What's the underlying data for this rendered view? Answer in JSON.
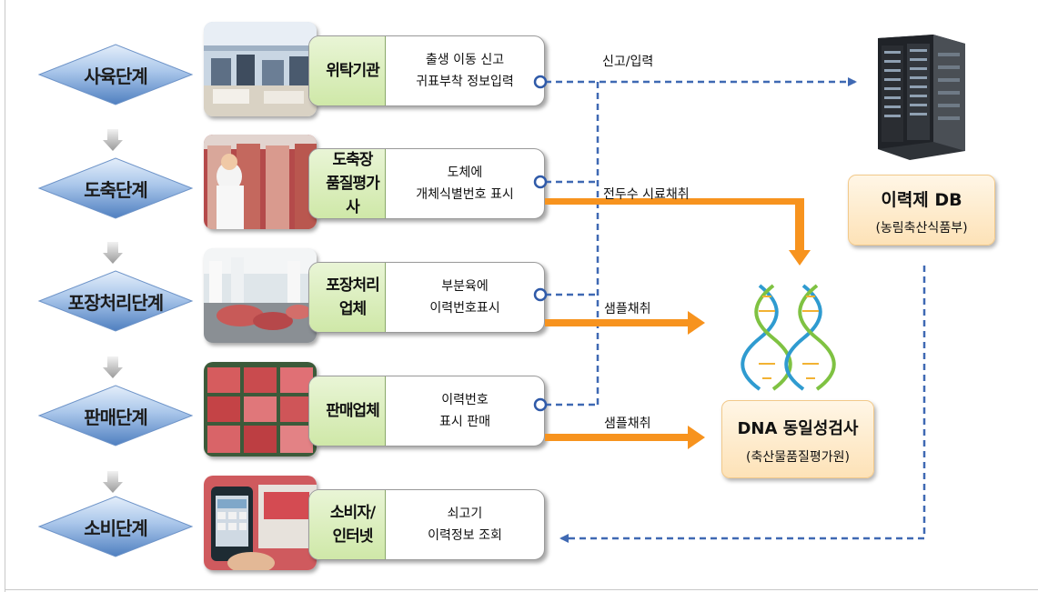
{
  "stages": [
    {
      "label": "사육단계"
    },
    {
      "label": "도축단계"
    },
    {
      "label": "포장처리단계"
    },
    {
      "label": "판매단계"
    },
    {
      "label": "소비단계"
    }
  ],
  "rows": [
    {
      "actor": "위탁기관",
      "action": "출생 이동 신고\n귀표부착 정보입력",
      "photo_icon": "office-photo"
    },
    {
      "actor": "도축장\n품질평가사",
      "action": "도체에\n개체식별번호 표시",
      "photo_icon": "slaughterhouse-photo"
    },
    {
      "actor": "포장처리\n업체",
      "action": "부분육에\n이력번호표시",
      "photo_icon": "meat-processing-photo"
    },
    {
      "actor": "판매업체",
      "action": "이력번호\n표시 판매",
      "photo_icon": "meat-retail-photo"
    },
    {
      "actor": "소비자/\n인터넷",
      "action": "쇠고기\n이력정보 조회",
      "photo_icon": "smartphone-scan-photo"
    }
  ],
  "flow_labels": {
    "report_input": "신고/입력",
    "full_sampling": "전두수 시료채취",
    "sampling_1": "샘플채취",
    "sampling_2": "샘플채취"
  },
  "db_box": {
    "title": "이력제 DB",
    "subtitle": "(농림축산식품부)"
  },
  "dna_box": {
    "title": "DNA 동일성검사",
    "subtitle": "(축산물품질평가원)"
  },
  "colors": {
    "diamond_top": "#cfe0f4",
    "diamond_bottom": "#5f8fc8",
    "actor_bg": "#d8edb8",
    "dashed_line": "#3f69b3",
    "orange_arrow": "#f7931e",
    "box_bg": "#fde7c3"
  },
  "icons": [
    "server-icon",
    "dna-helix-icon",
    "down-arrow-icon"
  ]
}
